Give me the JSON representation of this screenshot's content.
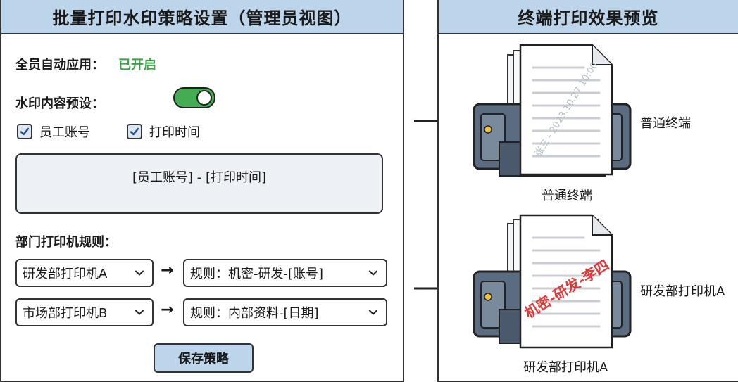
{
  "left_panel": {
    "title": "批量打印水印策略设置（管理员视图）",
    "auto_apply": {
      "label": "全员自动应用：",
      "status": "已开启",
      "enabled": true
    },
    "content_preset": {
      "label": "水印内容预设：",
      "options": [
        {
          "label": "员工账号",
          "checked": true
        },
        {
          "label": "打印时间",
          "checked": true
        }
      ],
      "preview": "[员工账号] - [打印时间]"
    },
    "dept_rules": {
      "label": "部门打印机规则：",
      "rows": [
        {
          "printer": "研发部打印机A",
          "rule": "规则：机密-研发-[账号]"
        },
        {
          "printer": "市场部打印机B",
          "rule": "规则：内部资料-[日期]"
        }
      ]
    },
    "save_button": "保存策略"
  },
  "right_panel": {
    "title": "终端打印效果预览",
    "previews": [
      {
        "side_label": "普通终端",
        "caption": "普通终端",
        "watermark": "张三 - 2023.10.27 10:00"
      },
      {
        "side_label": "研发部打印机A",
        "caption": "研发部打印机A",
        "watermark": "机密-研发-李四"
      }
    ]
  },
  "colors": {
    "header_bg": "#bdd5ea",
    "toggle_on": "#46ac54",
    "status_on": "#3aa24a",
    "stamp_red": "#e0393a",
    "printer_body": "#5b6c80"
  }
}
